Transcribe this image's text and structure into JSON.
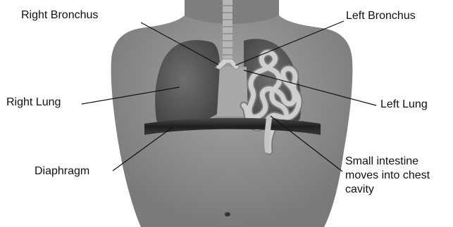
{
  "labels": {
    "right_bronchus": "Right Bronchus",
    "left_bronchus": "Left Bronchus",
    "right_lung": "Right Lung",
    "left_lung": "Left Lung",
    "diaphragm": "Diaphragm",
    "small_intestine_lines": [
      "Small intestine",
      "moves into chest",
      "cavity"
    ]
  },
  "colors": {
    "body": "#8d8d8d",
    "body_shadow": "#6f6f6f",
    "lung": "#5c5c5c",
    "trachea": "#bdbdbd",
    "heart_area": "#a9a9a9",
    "intestine": "#c4c4c4",
    "diaphragm_band": "#2e2e2e",
    "leader_line": "#111111"
  }
}
